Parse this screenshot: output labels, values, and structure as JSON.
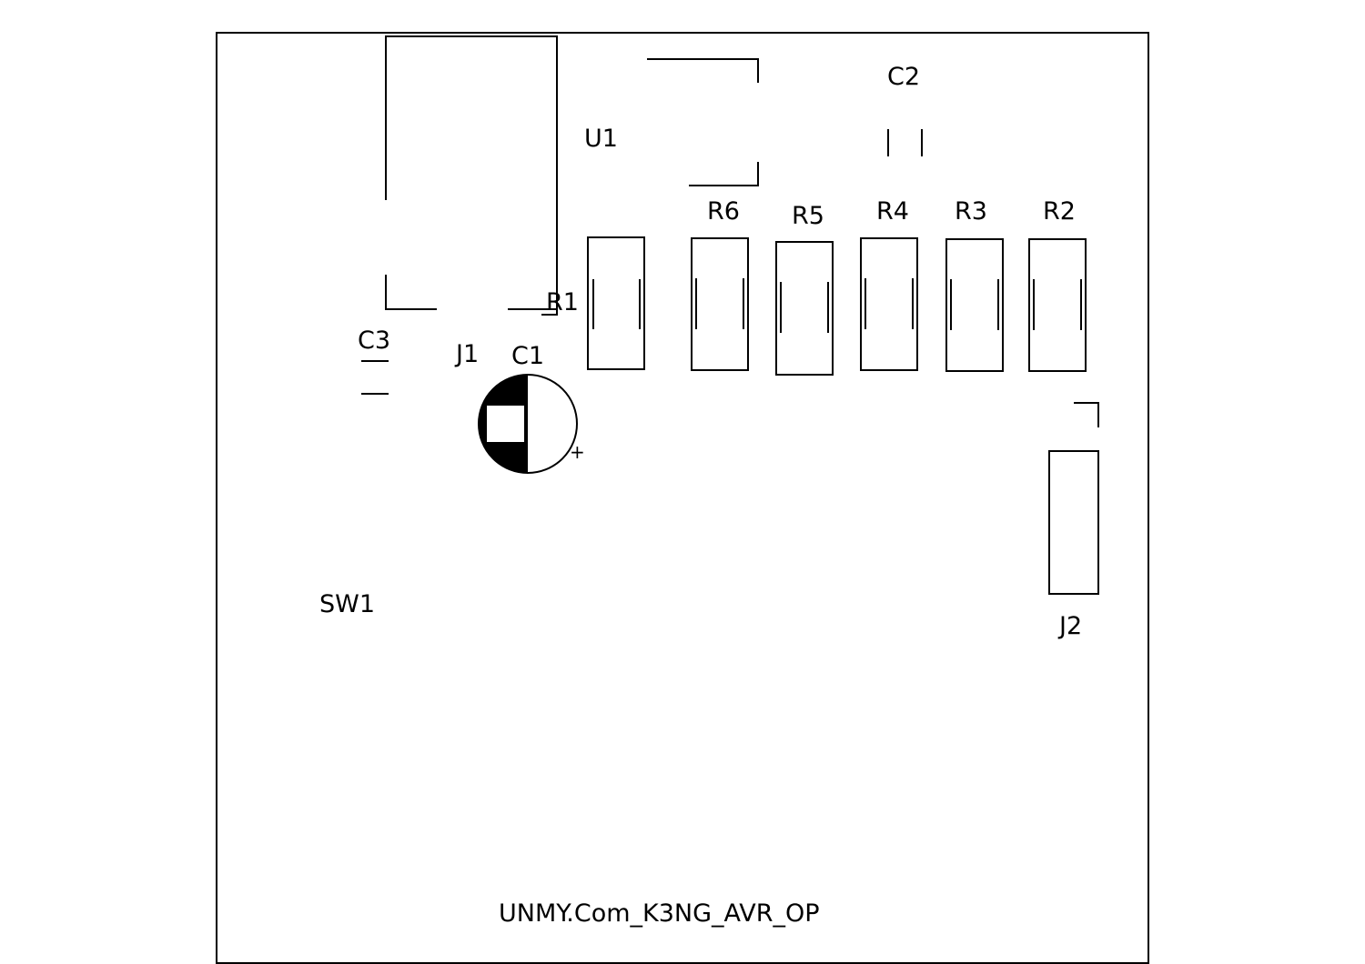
{
  "board": {
    "outline_color": "#000000",
    "background": "#ffffff",
    "silk_color": "#000000",
    "title": "UNMY.Com_K3NG_AVR_OP"
  },
  "refs": {
    "u1": "U1",
    "c2": "C2",
    "r6": "R6",
    "r5": "R5",
    "r4": "R4",
    "r3": "R3",
    "r2": "R2",
    "r1": "R1",
    "c3": "C3",
    "j1": "J1",
    "c1": "C1",
    "sw1": "SW1",
    "j2": "J2"
  },
  "markings": {
    "c1_polarity": "+"
  }
}
